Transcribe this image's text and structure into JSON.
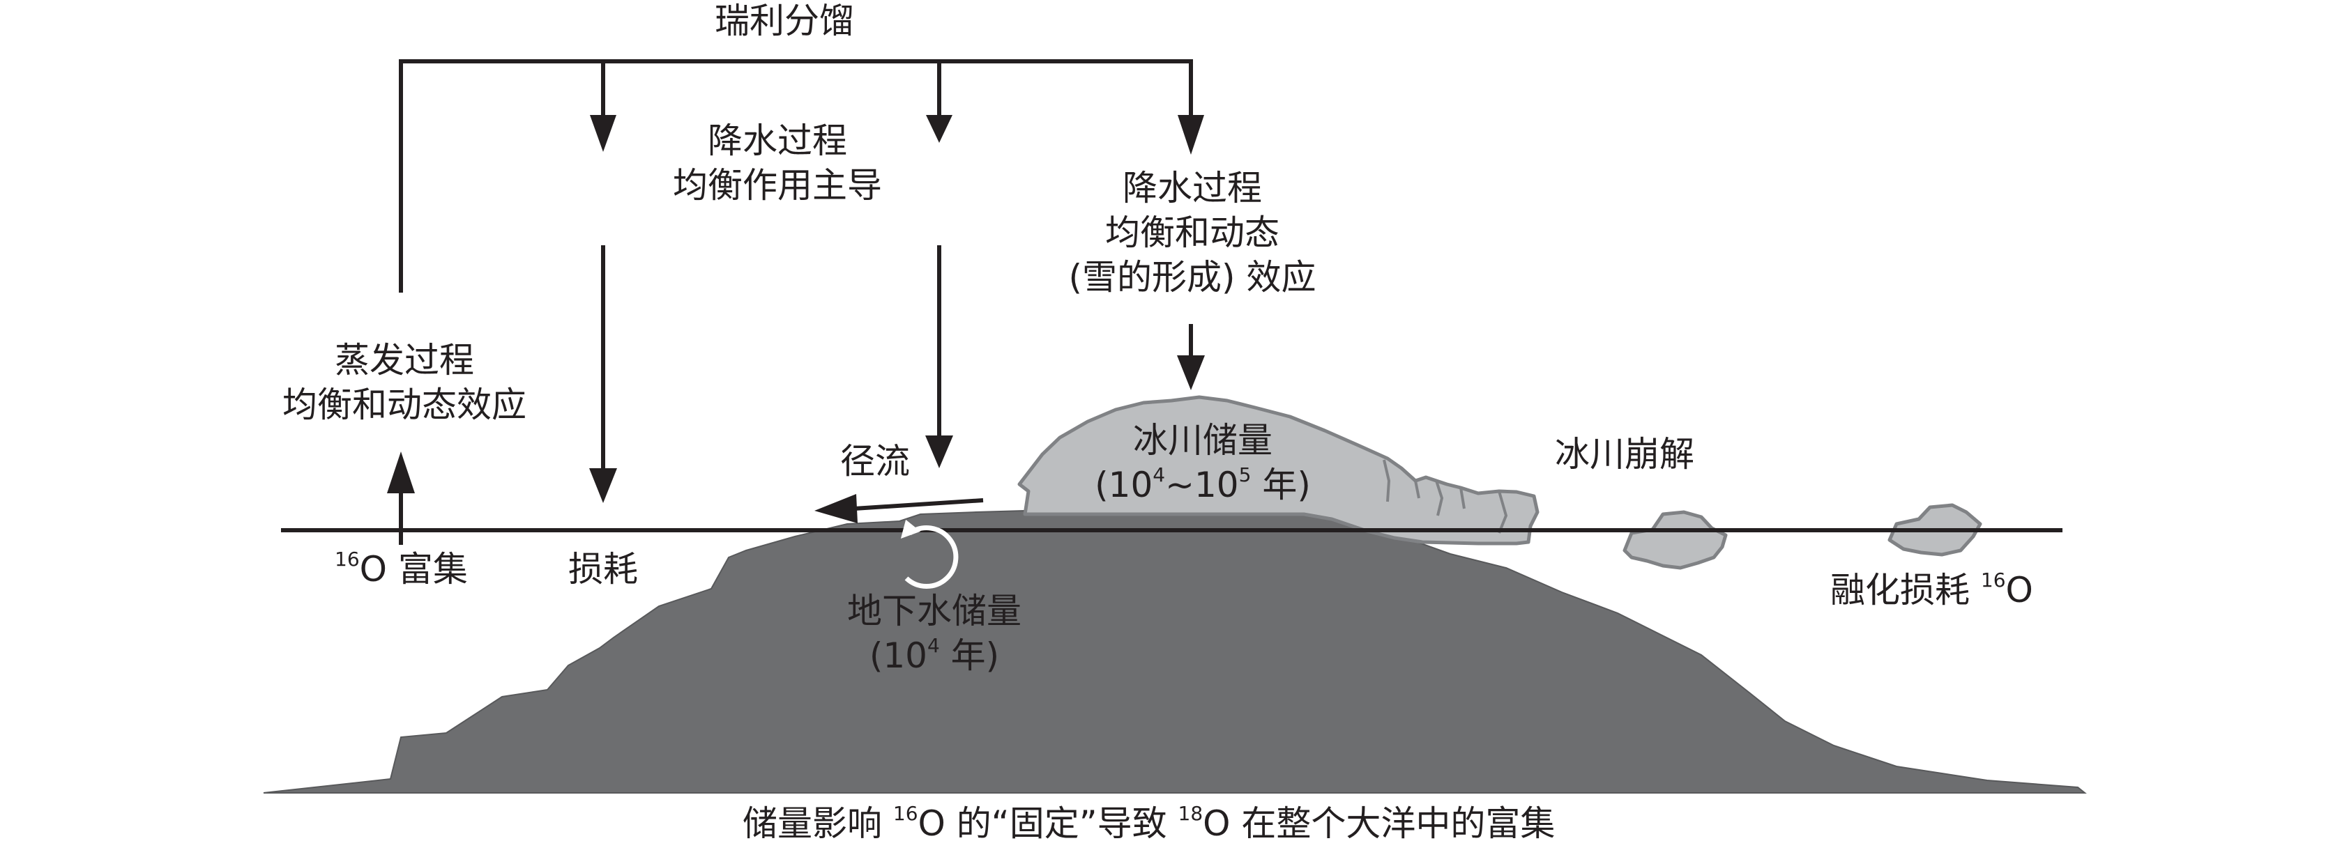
{
  "labels": {
    "rayleigh": "瑞利分馏",
    "precip_left_1": "降水过程",
    "precip_left_2": "均衡作用主导",
    "precip_right_1": "降水过程",
    "precip_right_2": "均衡和动态",
    "precip_right_3": "(雪的形成) 效应",
    "evap_1": "蒸发过程",
    "evap_2": "均衡和动态效应",
    "runoff": "径流",
    "glacier_store_1": "冰川储量",
    "glacier_store_2_open": "(10",
    "glacier_store_2_exp1": "4",
    "glacier_store_2_mid": "~10",
    "glacier_store_2_exp2": "5",
    "glacier_store_2_close": " 年)",
    "calving": "冰川崩解",
    "o16_sup": "16",
    "o16_enrich": "O 富集",
    "loss": "损耗",
    "groundwater_1": "地下水储量",
    "groundwater_2_open": "(10",
    "groundwater_2_exp": "4",
    "groundwater_2_close": " 年)",
    "melt_loss_text": "融化损耗 ",
    "melt_loss_sup": "16",
    "melt_loss_o": "O",
    "caption_a": "储量影响 ",
    "caption_sup1": "16",
    "caption_b": "O 的“固定”导致 ",
    "caption_sup2": "18",
    "caption_c": "O 在整个大洋中的富集"
  },
  "colors": {
    "ink": "#231f20",
    "land": "#6d6e70",
    "ice": "#bcbec0",
    "ice_edge": "#808285"
  }
}
